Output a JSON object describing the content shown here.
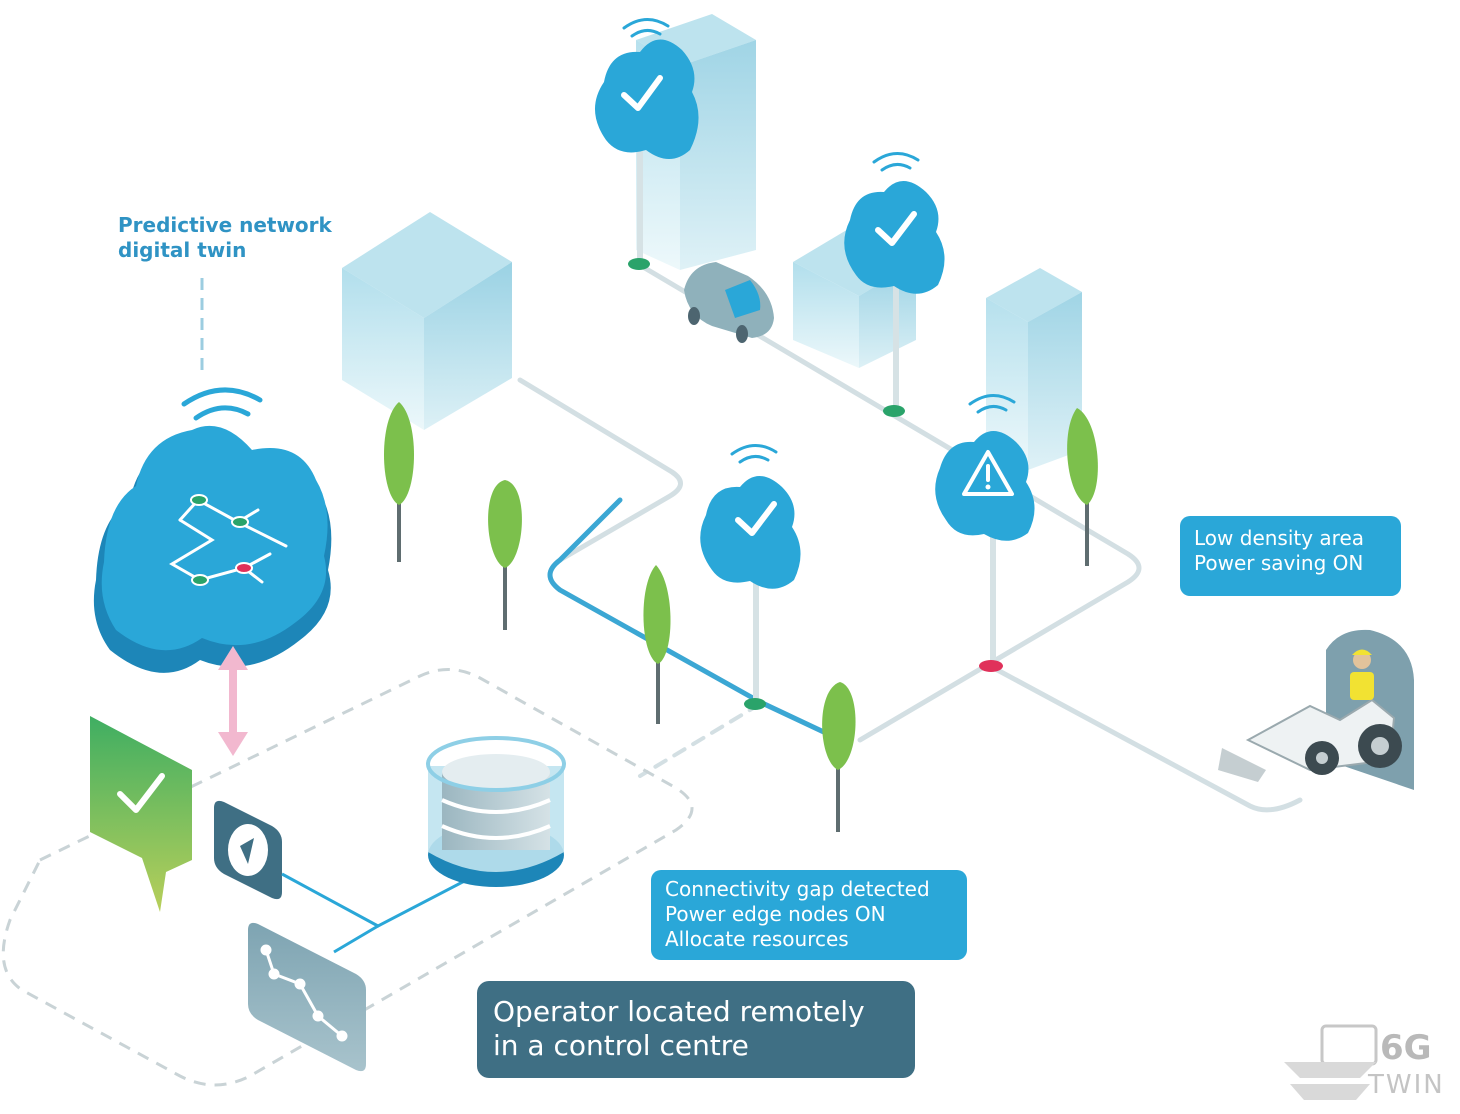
{
  "labels": {
    "twin_line1": "Predictive network",
    "twin_line2": "digital twin",
    "low_density_line1": "Low density area",
    "low_density_line2": "Power saving ON",
    "gap_line1": "Connectivity gap detected",
    "gap_line2": "Power edge nodes ON",
    "gap_line3": "Allocate resources",
    "operator_line1": "Operator located remotely",
    "operator_line2": "in a control centre"
  },
  "logo": {
    "text_6g": "6G",
    "text_twin": "TWIN"
  },
  "colors": {
    "cloud": "#2aa7d8",
    "cloud_dark": "#1d86b8",
    "road": "#d3dfe3",
    "road_active": "#3ba7d4",
    "node_ok": "#2aa36a",
    "node_alert": "#e0315a",
    "building": "#9fd3e4",
    "tree": "#7cc04c",
    "operator_box": "#3f6f84",
    "arrow": "#f2b8cf"
  }
}
